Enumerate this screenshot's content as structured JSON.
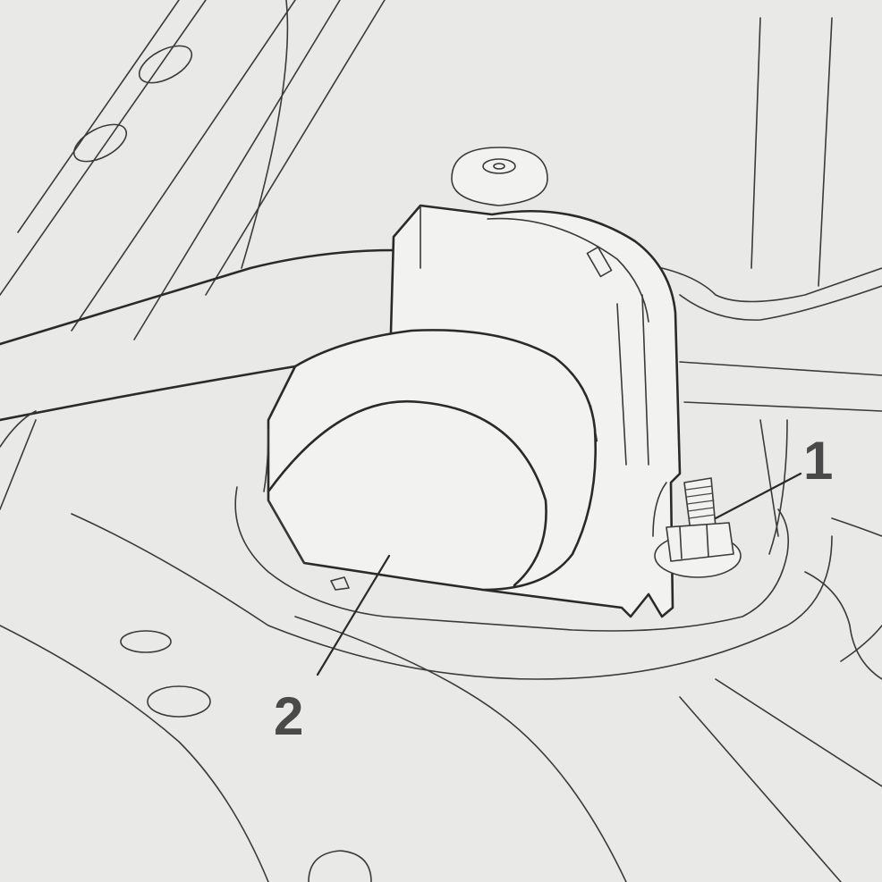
{
  "callouts": [
    {
      "id": "1",
      "label": "1"
    },
    {
      "id": "2",
      "label": "2"
    }
  ],
  "colors": {
    "background": "#e9e9e7",
    "line": "#3a3a3a",
    "label": "#4a4a4a"
  }
}
